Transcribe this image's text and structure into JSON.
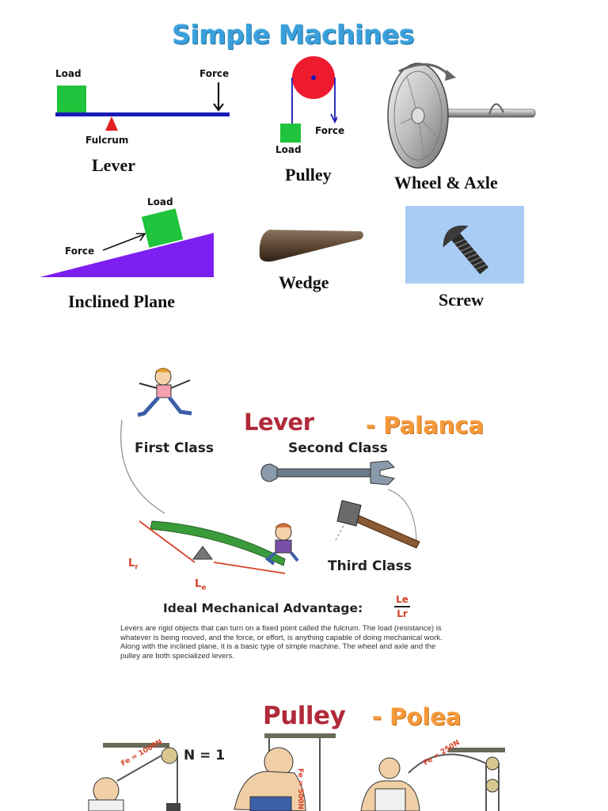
{
  "header": {
    "title": "Simple Machines"
  },
  "machines": {
    "lever": {
      "name": "Lever",
      "load": "Load",
      "force": "Force",
      "fulcrum": "Fulcrum"
    },
    "pulley": {
      "name": "Pulley",
      "load": "Load",
      "force": "Force"
    },
    "wheel_axle": {
      "name": "Wheel & Axle"
    },
    "inclined_plane": {
      "name": "Inclined Plane",
      "load": "Load",
      "force": "Force"
    },
    "wedge": {
      "name": "Wedge"
    },
    "screw": {
      "name": "Screw"
    }
  },
  "lever_section": {
    "title": "Lever",
    "translation": "- Palanca",
    "classes": {
      "first": "First Class",
      "second": "Second Class",
      "third": "Third Class"
    },
    "lr_label": "L",
    "lr_sub": "r",
    "le_label": "L",
    "le_sub": "e",
    "ima_label": "Ideal Mechanical Advantage:",
    "ima_numerator": "Le",
    "ima_denominator": "Lr",
    "description": "Levers are rigid objects that can turn on a fixed point called the fulcrum. The load (resistance) is whatever is being moved, and the force, or effort, is anything capable of doing mechanical work. Along with the inclined plane, it is a basic type of simple machine. The wheel and axle and the pulley are both specialized levers."
  },
  "pulley_section": {
    "title": "Pulley",
    "translation": "- Polea",
    "n_label": "N = 1",
    "forces": [
      "Fe = 1000N",
      "Fe = 500N",
      "Fe = 250N"
    ]
  },
  "colors": {
    "title_blue": "#3aa0dc",
    "load_green": "#1fc33c",
    "lever_blue": "#1a1ab8",
    "fulcrum_red": "#e02020",
    "pulley_red": "#ee1b2e",
    "incline_purple": "#7d1ff0",
    "screw_bg": "#a9ccf5",
    "lever_title": "#b02a3a",
    "translation_orange": "#f59a3b"
  }
}
